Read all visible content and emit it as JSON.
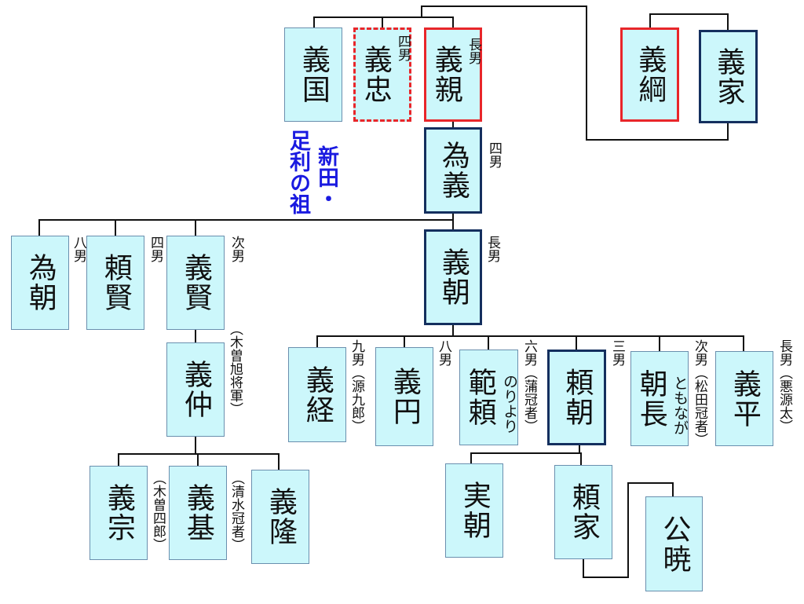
{
  "persons": {
    "yoshikuni": "義国",
    "yoshitada": "義忠",
    "yoshichika": "義親",
    "yoshitsuna": "義綱",
    "yoshiie": "義家",
    "tameyoshi": "為義",
    "tametomo": "為朝",
    "yorikata": "頼賢",
    "yoshikata": "義賢",
    "yoshitomo": "義朝",
    "yoshinaka": "義仲",
    "yoshimune": "義宗",
    "yoshimoto": "義基",
    "yoshitaka": "義隆",
    "yoshitsune": "義経",
    "gien": "義円",
    "noriyori": "範頼",
    "yoritomo": "頼朝",
    "tomonaga": "朝長",
    "yoshihira": "義平",
    "sanetomo": "実朝",
    "yoriie": "頼家",
    "kugyo": "公暁"
  },
  "readings": {
    "noriyori": "のりより",
    "tomonaga": "ともなが"
  },
  "labels": {
    "yoshitada": "四男",
    "yoshichika": "長男",
    "tameyoshi": "四男",
    "tametomo": "八男",
    "yorikata": "四男",
    "yoshikata": "次男",
    "yoshitomo": "長男",
    "yoshinaka": "（木曽旭将軍）",
    "yoshimune": "（木曽四郎）",
    "yoshimoto": "（清水冠者）",
    "yoshitsune": "九男（源九郎）",
    "gien": "八男",
    "noriyori": "六男（蒲冠者）",
    "yoritomo": "三男",
    "tomonaga": "次男（松田冠者）",
    "yoshihira": "長男（悪源太）"
  },
  "notes": {
    "ashikaga": "足利の祖",
    "nitta": "新田・"
  },
  "colors": {
    "box_fill": "#ccf7fb",
    "red_border": "#e8262a",
    "navy_border": "#142f5e",
    "note_text": "#1a1ae0"
  }
}
